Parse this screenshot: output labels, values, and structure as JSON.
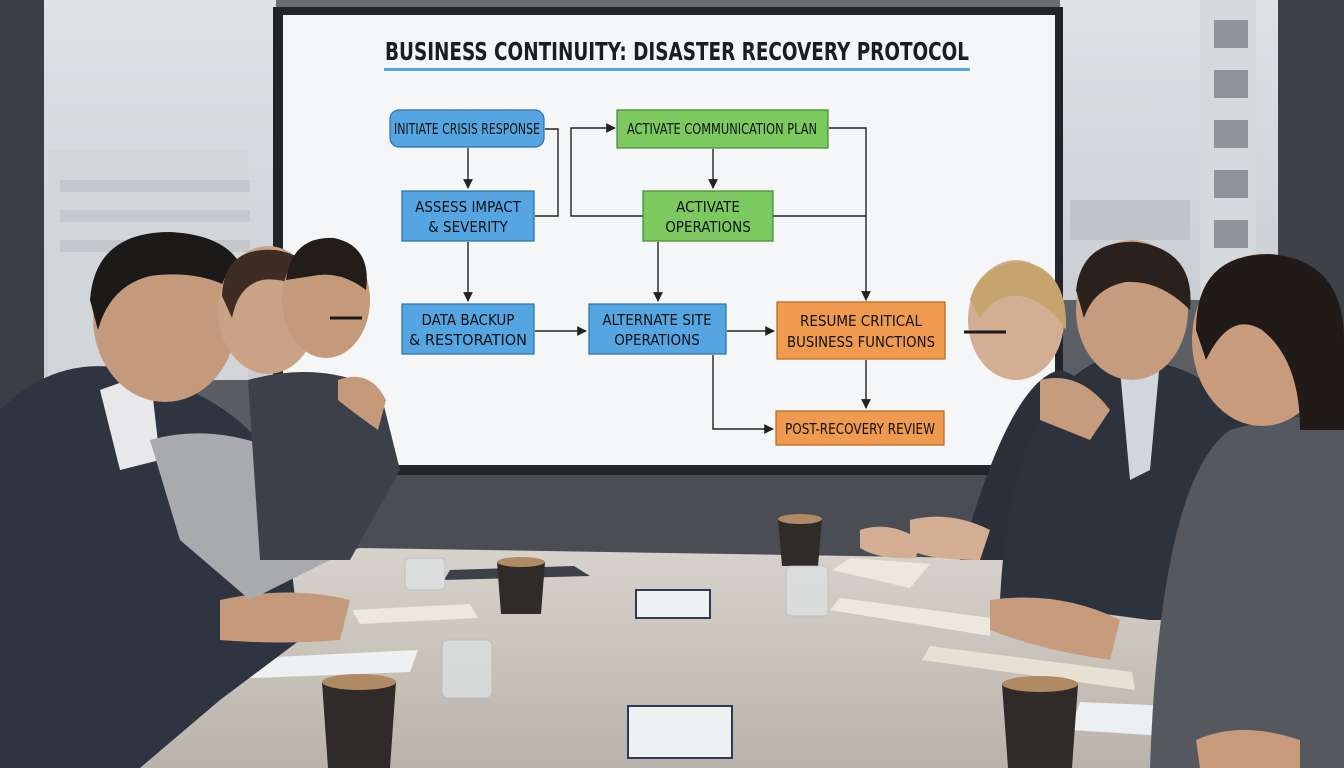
{
  "presentation": {
    "title": "BUSINESS CONTINUITY: DISASTER RECOVERY PROTOCOL",
    "boxes": {
      "initiate": [
        "INITIATE CRISIS RESPONSE"
      ],
      "assess": [
        "ASSESS IMPACT",
        "& SEVERITY"
      ],
      "backup": [
        "DATA BACKUP",
        "& RESTORATION"
      ],
      "communication": [
        "ACTIVATE COMMUNICATION PLAN"
      ],
      "activate_ops": [
        "ACTIVATE",
        "OPERATIONS"
      ],
      "alternate": [
        "ALTERNATE SITE",
        "OPERATIONS"
      ],
      "resume": [
        "RESUME CRITICAL",
        "BUSINESS FUNCTIONS"
      ],
      "review": [
        "POST-RECOVERY REVIEW"
      ]
    }
  },
  "colors": {
    "blue_box": "#56a5e3",
    "green_box": "#7cc95f",
    "orange_box": "#ef9a4e",
    "title_underline": "#5aa5dc",
    "screen": "#f5f6f7",
    "table": "#c7c3bd"
  }
}
